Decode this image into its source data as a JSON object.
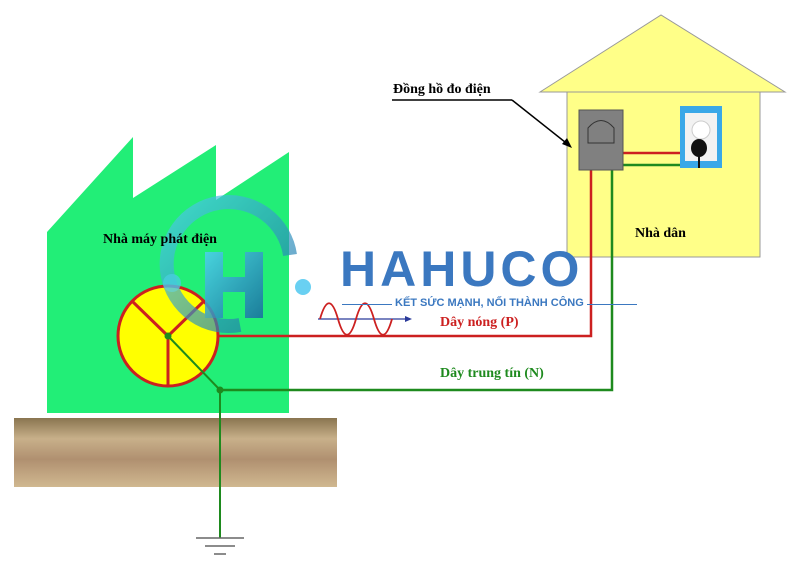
{
  "labels": {
    "meter": "Đồng hồ đo điện",
    "house": "Nhà dân",
    "plant": "Nhà máy phát điện",
    "hot_wire": "Dây nóng (P)",
    "neutral_wire": "Dây trung tín (N)"
  },
  "watermark": {
    "brand": "HAHUCO",
    "tagline": "KẾT SỨC MẠNH, NỐI THÀNH CÔNG"
  },
  "colors": {
    "hot": "#cc2020",
    "neutral": "#1e8a1e",
    "factory": "#22ee77",
    "house": "#ffff88",
    "generator": "#ffff00"
  }
}
